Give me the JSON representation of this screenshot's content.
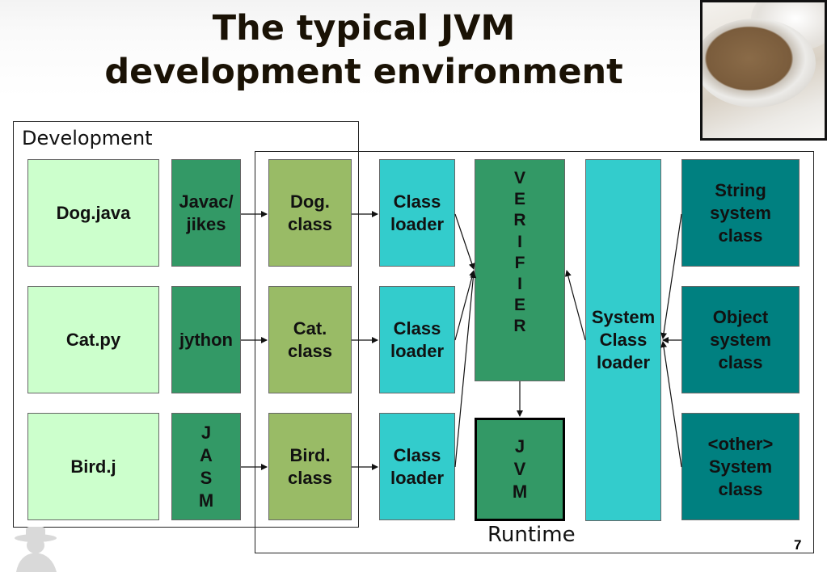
{
  "title": {
    "line1": "The typical JVM",
    "line2": "development environment"
  },
  "development_label": "Development",
  "runtime_label": "Runtime",
  "sources": [
    "Dog.java",
    "Cat.py",
    "Bird.j"
  ],
  "compilers": [
    "Javac/\njikes",
    "jython",
    "J\nA\nS\nM"
  ],
  "class_files": [
    "Dog.\nclass",
    "Cat.\nclass",
    "Bird.\nclass"
  ],
  "class_loaders": [
    "Class\nloader",
    "Class\nloader",
    "Class\nloader"
  ],
  "verifier": "V\nE\nR\nI\nF\nI\nE\nR",
  "jvm": "J\nV\nM",
  "system_class_loader": "System\nClass\nloader",
  "system_classes": [
    "String\nsystem\nclass",
    "Object\nsystem\nclass",
    "<other>\nSystem\nclass"
  ],
  "page_number": "7",
  "colors": {
    "source_fill": "#ccffcc",
    "compiler_fill": "#339966",
    "class_fill": "#99bb66",
    "loader_fill": "#33cccc",
    "system_class_fill": "#008080"
  }
}
